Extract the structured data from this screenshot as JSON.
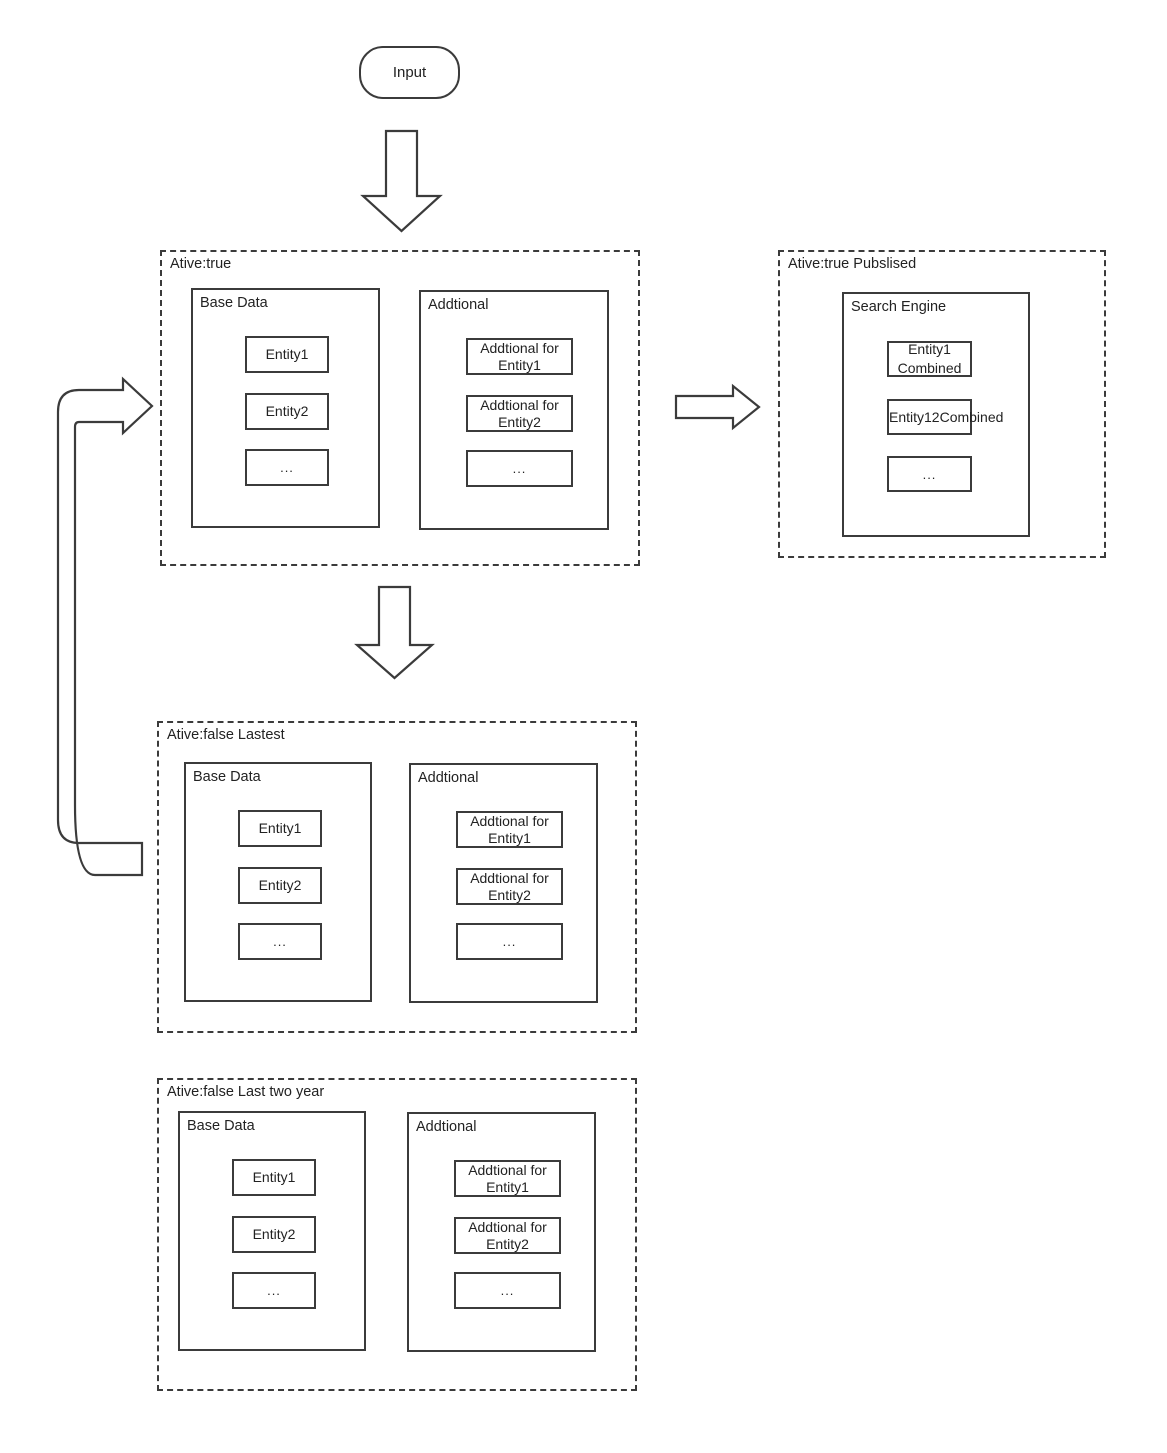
{
  "diagram": {
    "title": "Entity data pipeline flow",
    "input": {
      "label": "Input"
    },
    "groups": [
      {
        "id": "active-true",
        "label": "Ative:true",
        "panels": [
          {
            "id": "base-data",
            "label": "Base Data",
            "items": [
              "Entity1",
              "Entity2",
              "..."
            ]
          },
          {
            "id": "addtional",
            "label": "Addtional",
            "items": [
              "Addtional for Entity1",
              "Addtional for Entity2",
              "..."
            ]
          }
        ]
      },
      {
        "id": "active-true-published",
        "label": "Ative:true Pubslised",
        "panels": [
          {
            "id": "search-engine",
            "label": "Search Engine",
            "items": [
              "Entity1 Combined",
              "Entity12Combined",
              "..."
            ]
          }
        ]
      },
      {
        "id": "active-false-lastest",
        "label": "Ative:false Lastest",
        "panels": [
          {
            "id": "base-data-lastest",
            "label": "Base Data",
            "items": [
              "Entity1",
              "Entity2",
              "..."
            ]
          },
          {
            "id": "addtional-lastest",
            "label": "Addtional",
            "items": [
              "Addtional for Entity1",
              "Addtional for Entity2",
              "..."
            ]
          }
        ]
      },
      {
        "id": "active-false-last-two-year",
        "label": "Ative:false Last two year",
        "panels": [
          {
            "id": "base-data-two-year",
            "label": "Base Data",
            "items": [
              "Entity1",
              "Entity2",
              "..."
            ]
          },
          {
            "id": "addtional-two-year",
            "label": "Addtional",
            "items": [
              "Addtional for Entity1",
              "Addtional for Entity2",
              "..."
            ]
          }
        ]
      }
    ],
    "arrows": [
      {
        "id": "input-to-active-true",
        "direction": "down"
      },
      {
        "id": "active-true-to-published",
        "direction": "right"
      },
      {
        "id": "active-true-to-lastest",
        "direction": "down"
      },
      {
        "id": "lastest-back-to-active-true",
        "direction": "loop-up-right"
      }
    ],
    "colors": {
      "stroke": "#3b3b3b",
      "text": "#222222",
      "background": "#ffffff"
    }
  }
}
